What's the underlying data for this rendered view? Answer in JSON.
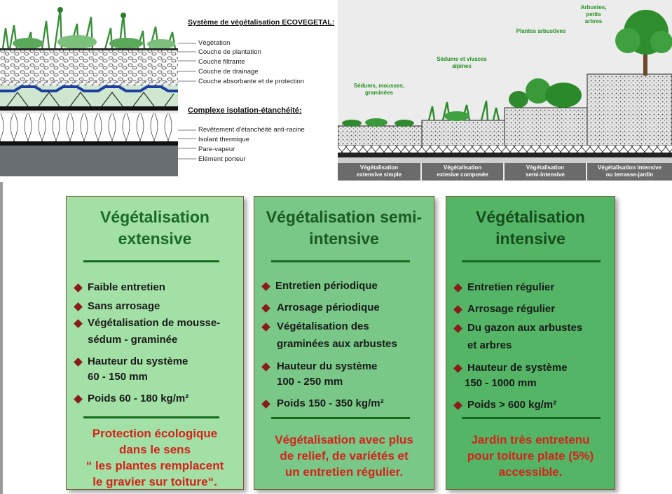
{
  "cross_section": {
    "system_title": "Système de végétalisation ECOVEGETAL:",
    "system_layers": [
      "Végétation",
      "Couche de plantation",
      "Couche filtrante",
      "Couche de drainage",
      "Couche absorbante et de protection"
    ],
    "complex_title": "Complexe isolation-étanchéité:",
    "complex_layers": [
      "Revêtement d'étanchéité anti-racine",
      "Isolant thermique",
      "Pare-vapeur",
      "Elément porteur"
    ]
  },
  "levels": {
    "plant_labels": [
      {
        "lines": [
          "Sédums, mousses,",
          "graminées"
        ]
      },
      {
        "lines": [
          "Sédums et vivaces",
          "alpines"
        ]
      },
      {
        "lines": [
          "Plantes arbustives"
        ]
      },
      {
        "lines": [
          "Arbustes,",
          "petits",
          "arbres"
        ]
      }
    ],
    "base_labels": [
      {
        "lines": [
          "Végétalisation",
          "extensive simple"
        ]
      },
      {
        "lines": [
          "Végétalisation",
          "extesive composée"
        ]
      },
      {
        "lines": [
          "Végétalisation",
          "semi-intensive"
        ]
      },
      {
        "lines": [
          "Végétalisation  intensive",
          "ou  terrasse-jardin"
        ]
      }
    ]
  },
  "cards": [
    {
      "title_lines": [
        "Végétalisation",
        "extensive"
      ],
      "items": [
        [
          "Faible entretien"
        ],
        [
          "Sans arrosage"
        ],
        [
          "Végétalisation de mousse-",
          "sédum - graminée"
        ],
        [
          "Hauteur du système",
          "60 - 150 mm"
        ],
        [
          "Poids 60 - 180 kg/m²"
        ]
      ],
      "footer_lines": [
        "Protection écologique",
        "dans le sens",
        "“ les plantes remplacent",
        "le gravier sur toiture“."
      ]
    },
    {
      "title_lines": [
        "Végétalisation semi-",
        "intensive"
      ],
      "items": [
        [
          "Entretien périodique"
        ],
        [
          "Arrosage périodique"
        ],
        [
          "Végétalisation des",
          "graminées aux arbustes"
        ],
        [
          "Hauteur du système",
          "100 - 250 mm"
        ],
        [
          "Poids 150 -  350 kg/m²"
        ]
      ],
      "footer_lines": [
        "Végétalisation avec plus",
        "de relief, de variétés et",
        "un entretien régulier."
      ]
    },
    {
      "title_lines": [
        "Végétalisation",
        "intensive"
      ],
      "items": [
        [
          "Entretien régulier"
        ],
        [
          "Arrosage régulier"
        ],
        [
          "Du gazon aux arbustes",
          "et arbres"
        ],
        [
          "Hauteur de système",
          "150 - 1000 mm"
        ],
        [
          "Poids > 600 kg/m²"
        ]
      ],
      "footer_lines": [
        "Jardin très entretenu",
        "pour toiture plate (5%)",
        "accessible."
      ]
    }
  ]
}
